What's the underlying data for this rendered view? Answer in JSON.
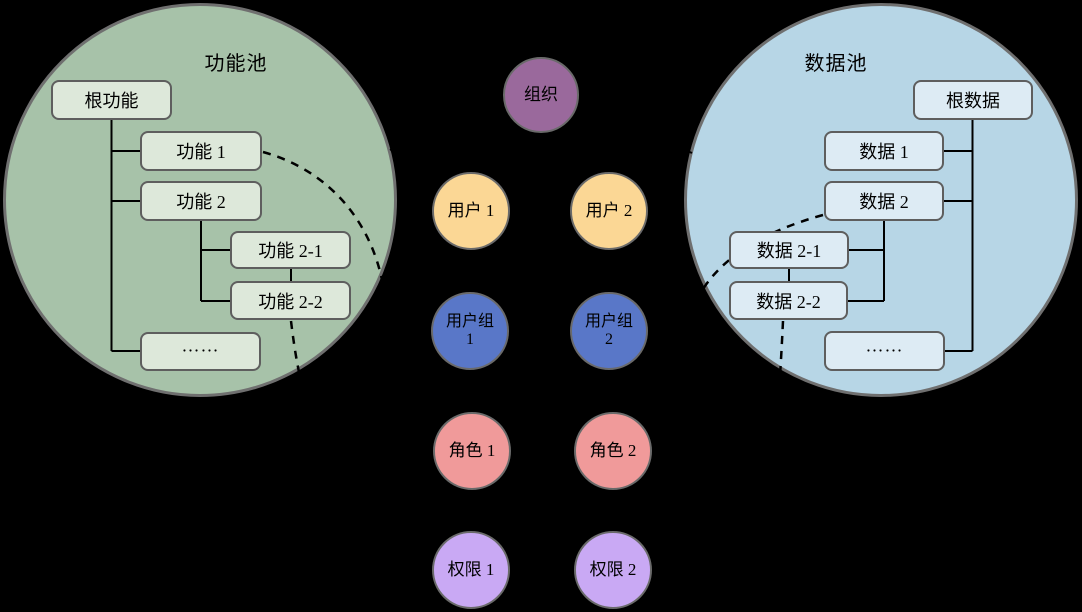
{
  "background_color": "#000000",
  "left_pool": {
    "title": "功能池",
    "circle_fill": "#A7C2A9",
    "box_fill": "#DDE8DA",
    "nodes": {
      "root": "根功能",
      "n1": "功能 1",
      "n2": "功能 2",
      "n21": "功能 2-1",
      "n22": "功能 2-2",
      "more": "……"
    }
  },
  "right_pool": {
    "title": "数据池",
    "circle_fill": "#B7D6E6",
    "box_fill": "#DDEBF4",
    "nodes": {
      "root": "根数据",
      "n1": "数据 1",
      "n2": "数据 2",
      "n21": "数据 2-1",
      "n22": "数据 2-2",
      "more": "……"
    }
  },
  "entities": {
    "organization": {
      "label": "组织",
      "fill": "#9A699C"
    },
    "user1": {
      "label": "用户 1",
      "fill": "#FBD795"
    },
    "user2": {
      "label": "用户 2",
      "fill": "#FBD795"
    },
    "group1": {
      "label": "用户组",
      "line2": "1",
      "fill": "#5977C8"
    },
    "group2": {
      "label": "用户组",
      "line2": "2",
      "fill": "#5977C8"
    },
    "role1": {
      "label": "角色 1",
      "fill": "#F09A9A"
    },
    "role2": {
      "label": "角色 2",
      "fill": "#F09A9A"
    },
    "perm1": {
      "label": "权限 1",
      "fill": "#C9A9F4"
    },
    "perm2": {
      "label": "权限 2",
      "fill": "#C9A9F4"
    }
  },
  "line_colors": {
    "tree_solid": "#000000",
    "association_dashed": "#000000",
    "circle_border": "#6A6A6A"
  }
}
